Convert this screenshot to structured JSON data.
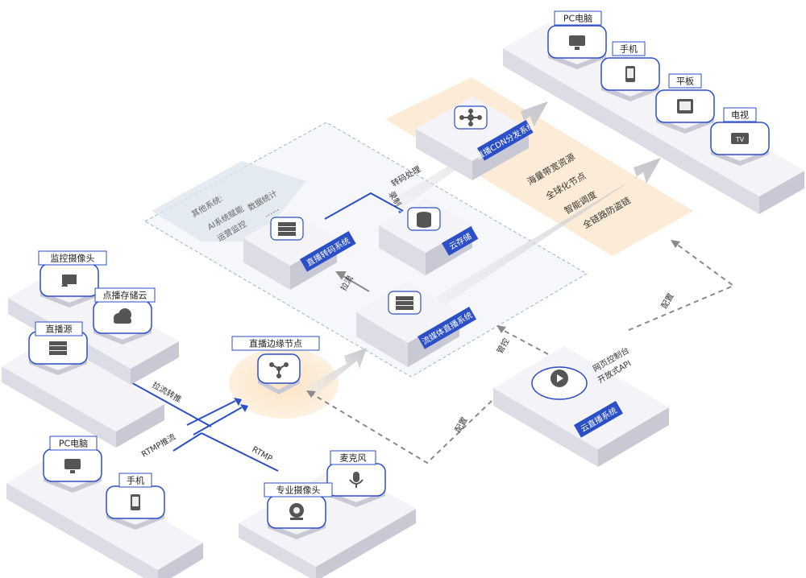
{
  "colors": {
    "accent": "#2b4fc7",
    "platform_top": "#f2f2f7",
    "platform_side": "#d9d9e3",
    "arrow_gray": "#c9c9cf",
    "dashed": "#8a8a8a",
    "cdn_band": "#fbe7cf",
    "cloud_zone": "#e9eef5"
  },
  "edge_node": {
    "label": "直播边缘节点"
  },
  "source_group": {
    "surveillance_camera": "监控摄像头",
    "vod_storage_cloud": "点播存储云",
    "live_source": "直播源"
  },
  "pusher_group": {
    "pc": "PC电脑",
    "phone": "手机"
  },
  "pro_group": {
    "microphone": "麦克风",
    "pro_camera": "专业摄像头"
  },
  "viewer_group": {
    "pc": "PC电脑",
    "phone": "手机",
    "tablet": "平板",
    "tv": "电视"
  },
  "cloud_zone": {
    "other_systems_title": "其他系统:",
    "other_systems": [
      "AI系统赋能",
      "数据统计",
      "运营监控",
      "......"
    ],
    "transcode_system": "直播转码系统",
    "cloud_storage": "云存储",
    "streaming_system": "流媒体直播系统"
  },
  "cdn": {
    "system": "直播CDN分发系统",
    "features": [
      "海量带宽资源",
      "全球化节点",
      "智能调度",
      "全链路防盗链"
    ]
  },
  "console": {
    "system": "云直播系统",
    "api_lines": [
      "网页控制台",
      "开放式API"
    ]
  },
  "flow_labels": {
    "pull_relay": "拉流转推",
    "rtmp_push": "RTMP推流",
    "rtmp": "RTMP",
    "pull": "拉流",
    "transcode": "转码处理",
    "record": "录制",
    "manage": "管控",
    "config_left": "配置",
    "config_right": "配置"
  }
}
